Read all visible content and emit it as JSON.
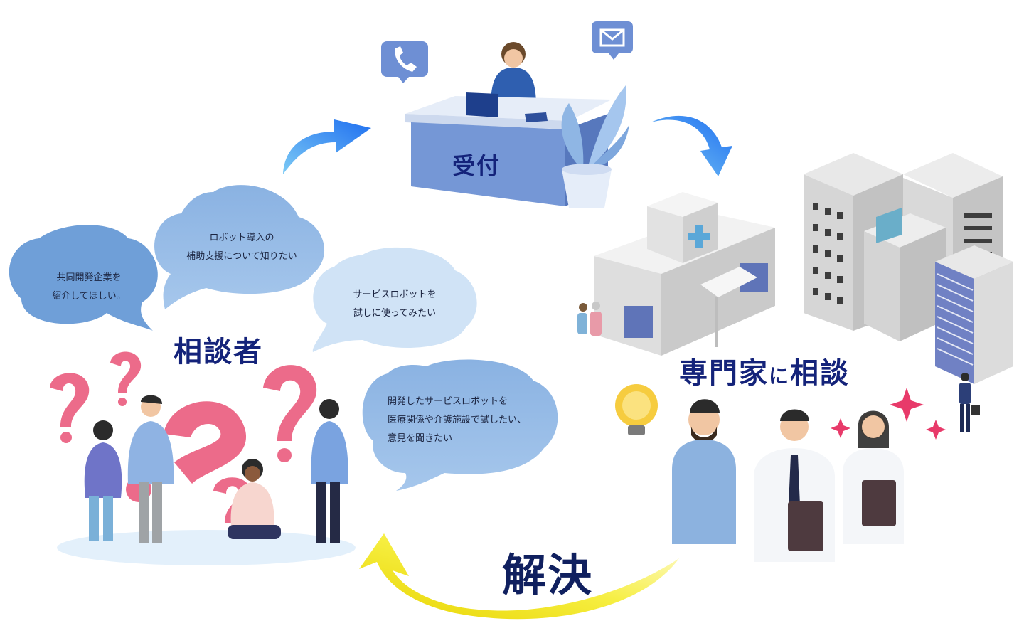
{
  "diagram": {
    "reception_label": "受付",
    "consultant_label": "相談者",
    "expert_label_part1": "専門家",
    "expert_label_particle": "に",
    "expert_label_part2": "相談",
    "resolution_label": "解決",
    "bubbles": [
      {
        "line1": "共同開発企業を",
        "line2": "紹介してほしい。"
      },
      {
        "line1": "ロボット導入の",
        "line2": "補助支援について知りたい"
      },
      {
        "line1": "サービスロボットを",
        "line2": "試しに使ってみたい"
      },
      {
        "line1": "開発したサービスロボットを",
        "line2": "医療関係や介護施設で試したい、",
        "line3": "意見を聞きたい"
      }
    ],
    "icons": [
      "phone-icon",
      "mail-icon",
      "lightbulb-icon",
      "hospital-cross-icon"
    ],
    "colors": {
      "label_navy": "#14237a",
      "arrow_blue": "#2f86f0",
      "arrow_yellow": "#f2e21c",
      "bubble_blue": "#8fb6e4",
      "question_pink": "#ec6b8a",
      "desk_blue": "#6f8fd0"
    }
  }
}
